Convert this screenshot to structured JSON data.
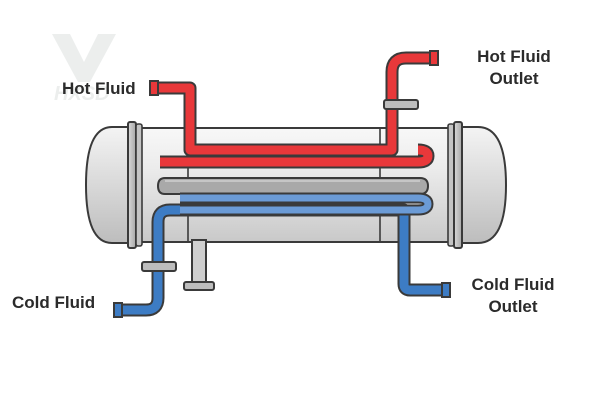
{
  "labels": {
    "hot_in": "Hot Fluid",
    "hot_out_line1": "Hot Fluid",
    "hot_out_line2": "Outlet",
    "cold_in": "Cold Fluid",
    "cold_out_line1": "Cold Fluid",
    "cold_out_line2": "Outlet"
  },
  "watermark": {
    "text": "HXSD"
  },
  "colors": {
    "hot": "#e8383a",
    "cold": "#3d7cc4",
    "tube": "#a9a9a9",
    "shell": "#e6e6e6",
    "outline": "#3a3a3a"
  },
  "icons": {
    "logo": "company-logo-icon"
  }
}
